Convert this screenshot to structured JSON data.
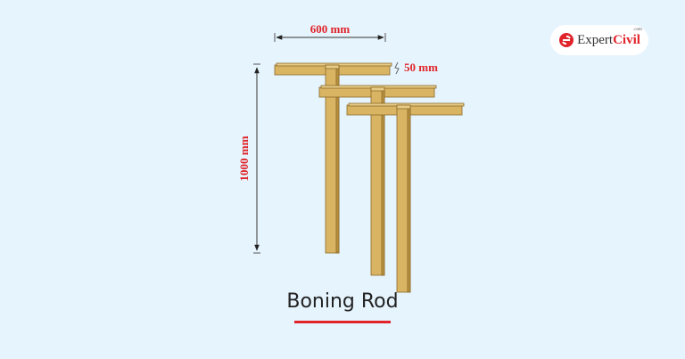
{
  "title": "Boning Rod",
  "dimensions": {
    "width": "600 mm",
    "thickness": "50 mm",
    "height": "1000 mm"
  },
  "logo": {
    "name_part1": "Expert",
    "name_part2": "Civil",
    "suffix": ".com"
  },
  "colors": {
    "background": "#e6f4fd",
    "accent": "#e0242a",
    "wood": "#d9b463",
    "wood_edge": "#8a6a2a"
  }
}
